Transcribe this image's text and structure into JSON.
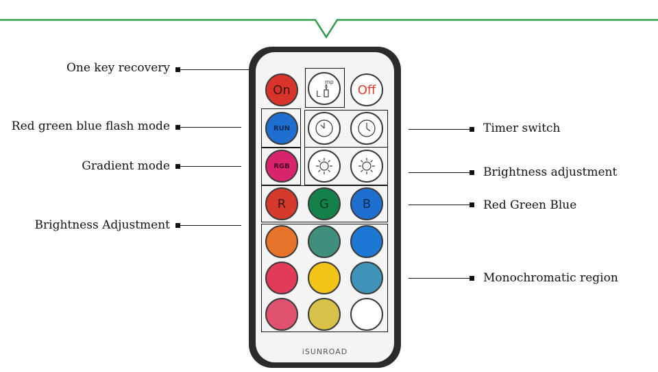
{
  "labels": {
    "one_key_recovery": "One key recovery",
    "rgb_flash_mode": "Red green blue flash mode",
    "gradient_mode": "Gradient mode",
    "brightness_adjustment_left": "Brightness Adjustment",
    "timer_switch": "Timer switch",
    "brightness_adjustment_right": "Brightness adjustment",
    "red_green_blue": "Red  Green  Blue",
    "monochromatic_region": "Monochromatic region"
  },
  "remote": {
    "brand": "iSUNROAD",
    "buttons": {
      "on": "On",
      "mode_top": "mp",
      "mode_bottom": "L",
      "off": "Off",
      "run": "RUN",
      "rgb": "RGB",
      "r": "R",
      "g": "G",
      "b": "B"
    }
  },
  "colors": {
    "accent_green": "#2e9a4b",
    "on_button": "#d9342b",
    "off_button": "#ffffff",
    "run_button": "#1f6fd1",
    "rgb_button": "#d8246c",
    "r_button": "#d63a2c",
    "g_button": "#14804a",
    "b_button": "#1e6fd0",
    "palette": [
      "#e8732a",
      "#3f8f7c",
      "#1c78d4",
      "#e23a58",
      "#f2c418",
      "#3f93b8",
      "#e0526e",
      "#d8c24a",
      "#ffffff"
    ]
  },
  "icons": [
    "clock-icon",
    "sun-icon",
    "candle-icon"
  ]
}
